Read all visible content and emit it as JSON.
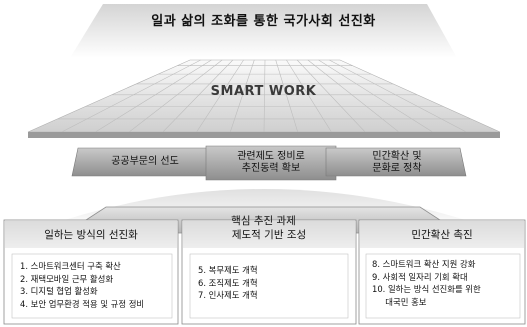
{
  "title": "일과 삶의 조화를 통한 국가사회 선진화",
  "platform_label": "SMART WORK",
  "pillars": [
    {
      "lines": [
        "공공부문의 선도"
      ]
    },
    {
      "lines": [
        "관련제도 정비로",
        "추진동력 확보"
      ]
    },
    {
      "lines": [
        "민간확산 및",
        "문화로 정착"
      ]
    }
  ],
  "banner": "핵심 추진 과제",
  "columns": [
    {
      "heading": "일하는 방식의 선진화",
      "items": [
        "1.  스마트워크센터 구축 확산",
        "2.  재택모바일 근무 활성화",
        "3.  디지털 협업 활성화",
        "4.  보안 업무환경 적용 및 규정 정비"
      ]
    },
    {
      "heading": "제도적 기반 조성",
      "items": [
        "5.  복무제도 개혁",
        "6.  조직제도 개혁",
        "7.  인사제도 개혁"
      ]
    },
    {
      "heading": "민간확산 촉진",
      "items": [
        "8.  스마트워크 확산 지원 강화",
        "9.  사회적 일자리 기회 확대",
        "10. 일하는 방식 선진화를 위한",
        "     대국민 홍보"
      ]
    }
  ]
}
